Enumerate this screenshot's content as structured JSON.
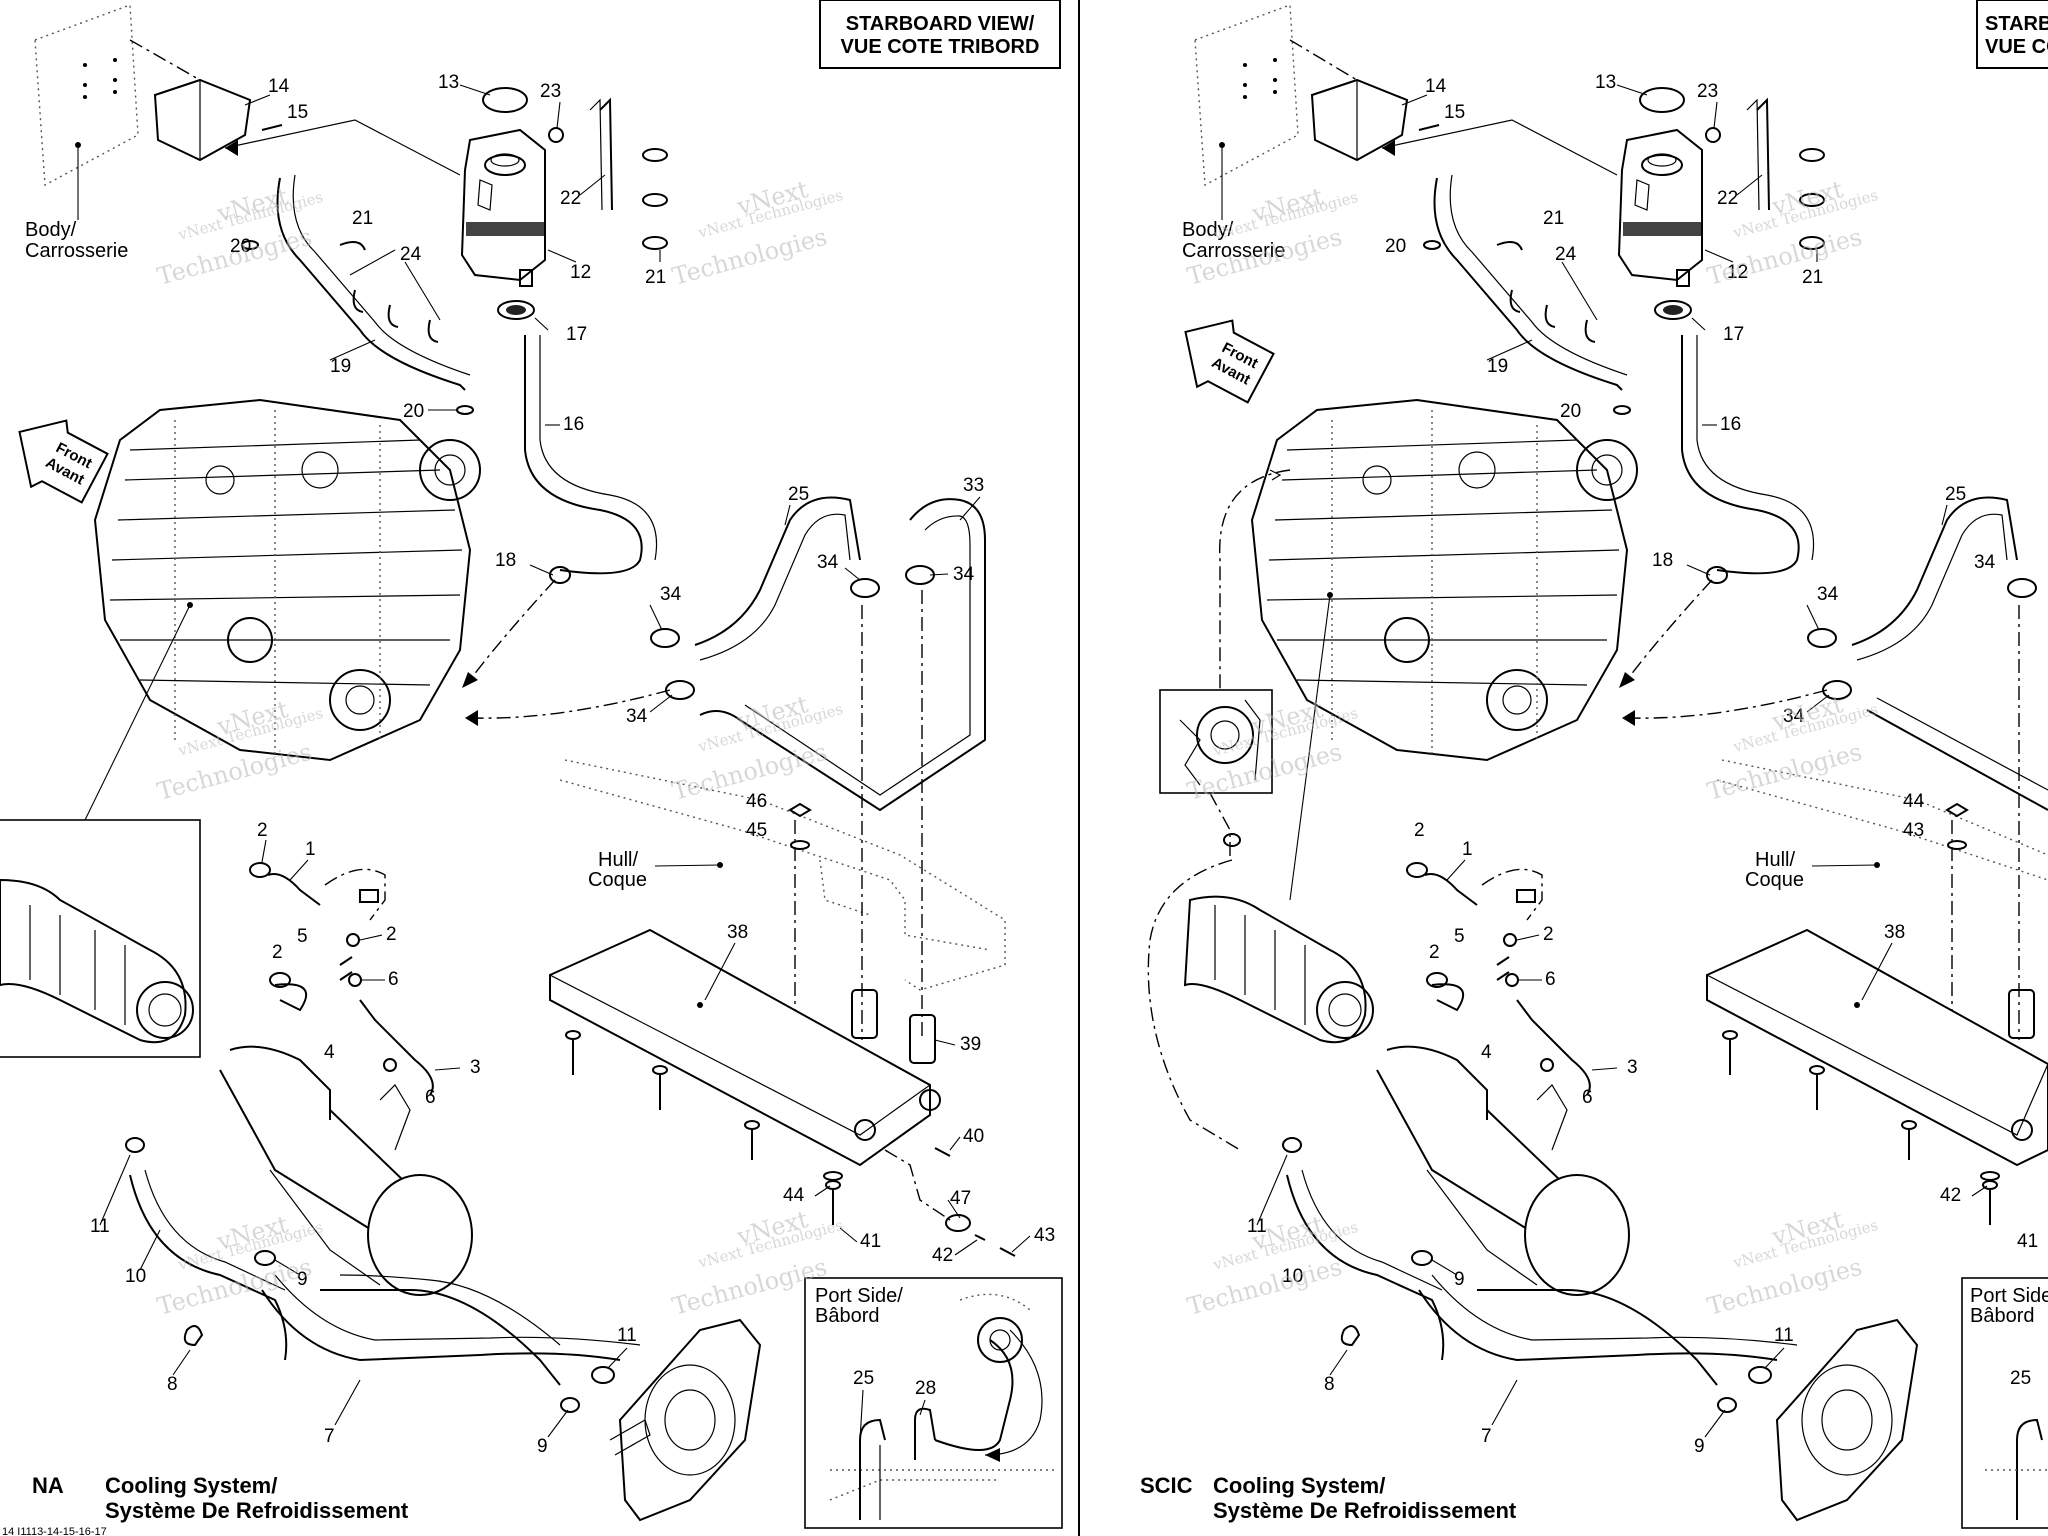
{
  "panels": [
    {
      "id": "na",
      "view_label_1": "STARBOARD VIEW/",
      "view_label_2": "VUE COTE TRIBORD",
      "title_code": "NA",
      "title_1": "Cooling System/",
      "title_2": "Système De Refroidissement",
      "body_label_1": "Body/",
      "body_label_2": "Carrosserie",
      "hull_label_1": "Hull/",
      "hull_label_2": "Coque",
      "port_label_1": "Port Side/",
      "port_label_2": "Bâbord",
      "front_label_1": "Front",
      "front_label_2": "Avant"
    },
    {
      "id": "scic",
      "view_label_1": "STARBOARD VIEW/",
      "view_label_2": "VUE COTE TRIBORD",
      "title_code": "SCIC",
      "title_1": "Cooling System/",
      "title_2": "Système De Refroidissement",
      "body_label_1": "Body/",
      "body_label_2": "Carrosserie",
      "hull_label_1": "Hull/",
      "hull_label_2": "Coque",
      "port_label_1": "Port Side/",
      "port_label_2": "Bâbord",
      "front_label_1": "Front",
      "front_label_2": "Avant"
    }
  ],
  "watermark": {
    "line1": "vNext",
    "line2": "Technologies",
    "line3": "vNext Technologies"
  },
  "footer_ref": "14 I1113-14-15-16-17",
  "callouts_left": [
    "1",
    "2",
    "3",
    "4",
    "5",
    "6",
    "7",
    "8",
    "9",
    "10",
    "11",
    "12",
    "13",
    "14",
    "15",
    "16",
    "17",
    "18",
    "19",
    "20",
    "21",
    "22",
    "23",
    "24",
    "25",
    "28",
    "33",
    "34",
    "38",
    "39",
    "40",
    "41",
    "42",
    "43",
    "44",
    "45",
    "46",
    "47"
  ],
  "callouts_right": [
    "1",
    "2",
    "3",
    "4",
    "5",
    "6",
    "7",
    "8",
    "9",
    "10",
    "11",
    "12",
    "13",
    "14",
    "15",
    "16",
    "17",
    "18",
    "19",
    "20",
    "21",
    "22",
    "23",
    "24",
    "25",
    "34",
    "38",
    "41",
    "42",
    "43",
    "44"
  ]
}
